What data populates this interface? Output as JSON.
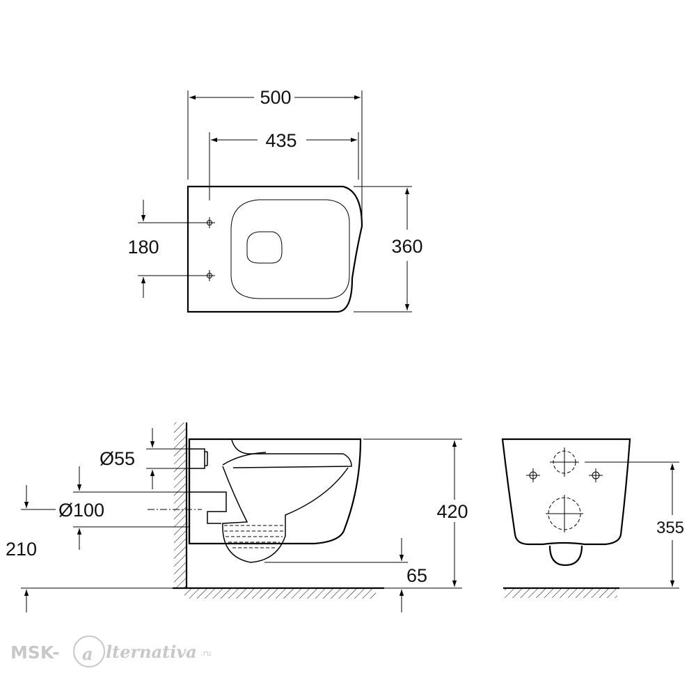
{
  "top_view": {
    "width_overall": "500",
    "width_mount": "435",
    "height_overall": "360",
    "mount_spacing": "180"
  },
  "side_view": {
    "inlet_diameter": "Ø55",
    "outlet_diameter": "Ø100",
    "outlet_height": "210",
    "height_overall": "420",
    "bottom_clearance": "65"
  },
  "front_view": {
    "mount_height": "355"
  },
  "watermark": {
    "brand_left": "MSK-",
    "brand_mark": "a",
    "brand_right": "lternativa",
    "domain": ".ru"
  }
}
